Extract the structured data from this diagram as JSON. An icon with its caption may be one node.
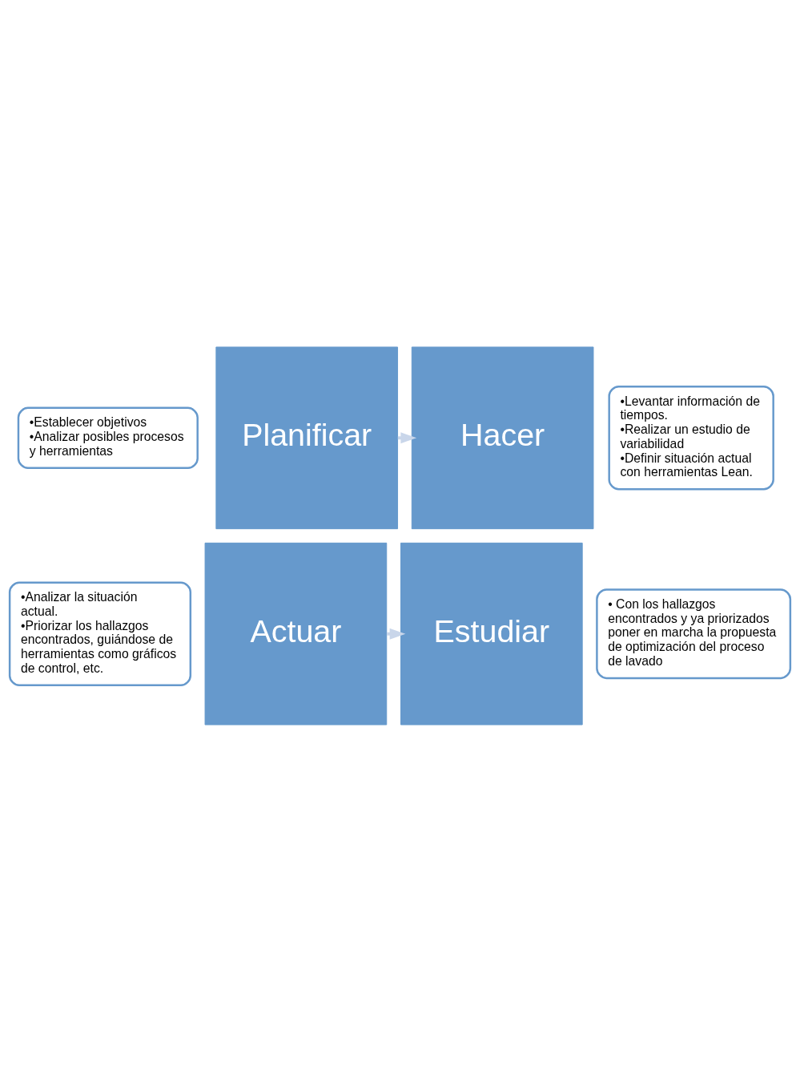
{
  "diagram": {
    "nodes": [
      {
        "text": [
          "Planificar"
        ]
      },
      {
        "text": [
          "Hacer"
        ]
      },
      {
        "text": [
          "Estudiar"
        ]
      },
      {
        "text": [
          "Actuar"
        ]
      },
      {
        "text": [
          "•Establecer objetivos",
          "•Analizar posibles procesos y herramientas"
        ]
      },
      {
        "text": [
          "•Levantar información de tiempos.",
          "•Realizar un estudio de variabilidad",
          "•Definir situación actual con herramientas Lean."
        ]
      },
      {
        "text": [
          "•Analizar la situación actual.",
          "•Priorizar los hallazgos encontrados, guiándose de herramientas como gráficos de control, etc."
        ]
      },
      {
        "text": [
          "• Con los hallazgos encontrados y ya priorizados poner en marcha la propuesta de optimización del proceso de lavado"
        ]
      }
    ],
    "edges": [
      {
        "from": 0,
        "to": 1,
        "arrow": "to"
      },
      {
        "from": 3,
        "to": 2,
        "arrow": "to"
      }
    ]
  }
}
